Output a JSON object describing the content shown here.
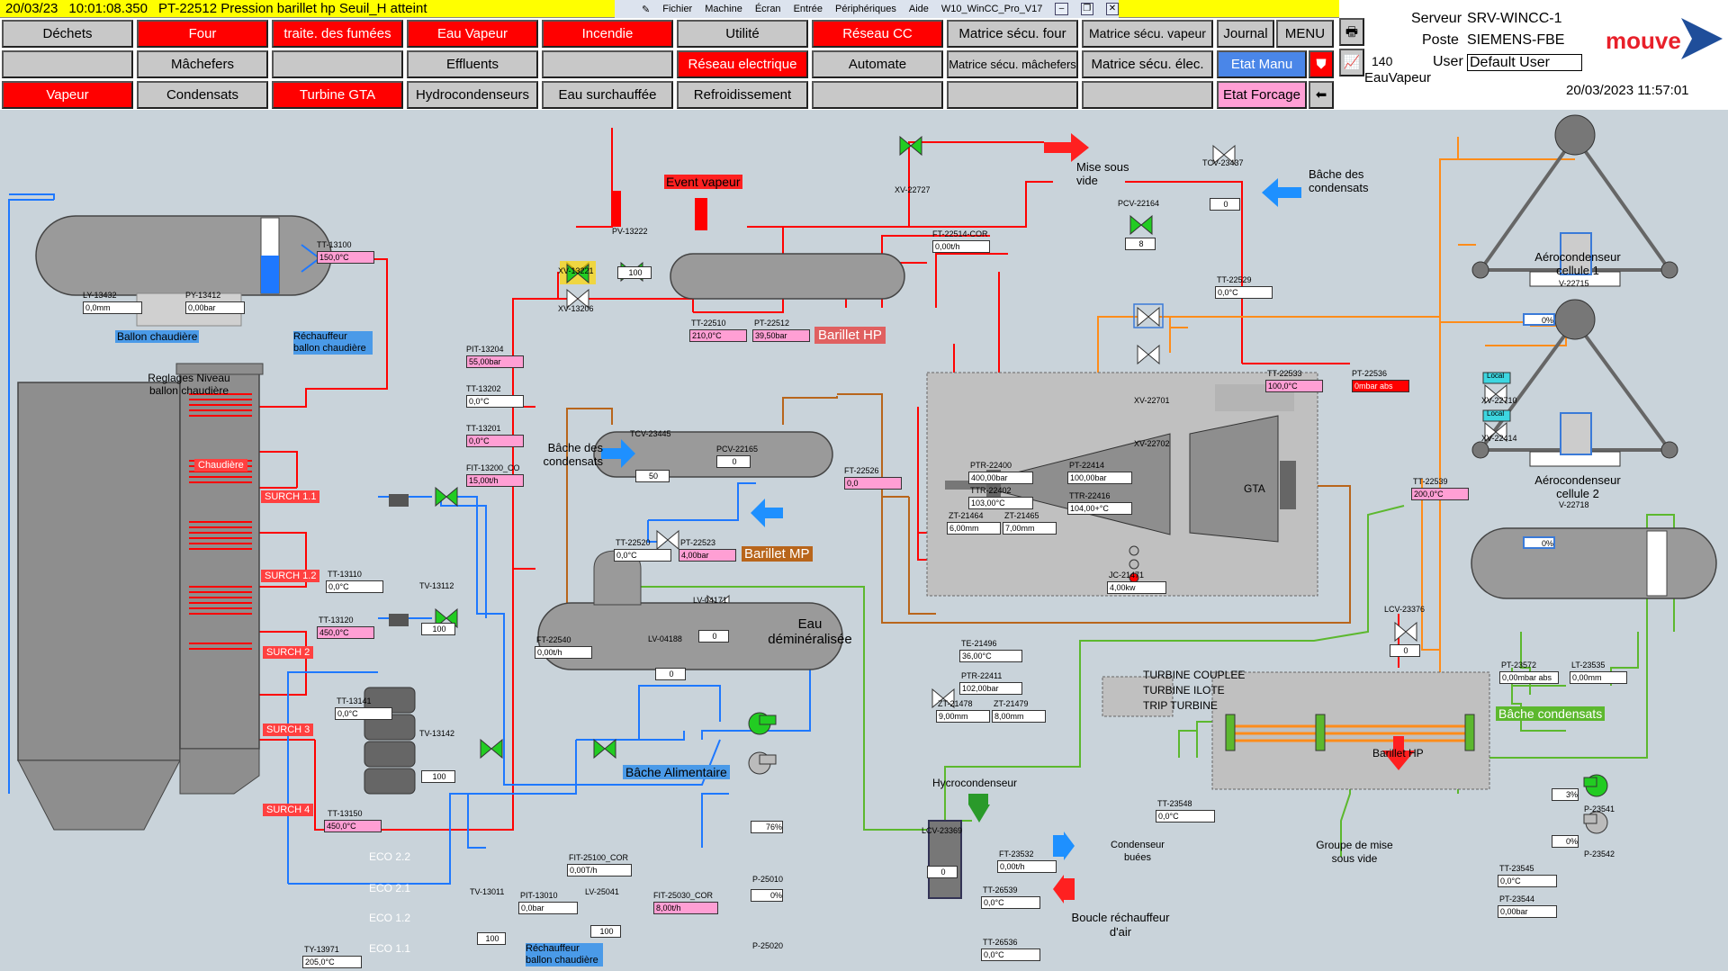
{
  "alarm": {
    "date": "20/03/23",
    "time": "10:01:08.350",
    "message": "PT-22512 Pression barillet hp Seuil_H atteint"
  },
  "wincc_menu": [
    "Fichier",
    "Machine",
    "Écran",
    "Entrée",
    "Périphériques",
    "Aide",
    "W10_WinCC_Pro_V17"
  ],
  "nav": {
    "row1": [
      "Déchets",
      "Four",
      "traite. des fumées",
      "Eau Vapeur",
      "Incendie",
      "Utilité",
      "Réseau CC",
      "Matrice sécu. four",
      "Matrice sécu. vapeur",
      "Journal",
      "MENU"
    ],
    "row2": [
      "",
      "Mâchefers",
      "",
      "Effluents",
      "",
      "Réseau electrique",
      "Automate",
      "Matrice sécu. mâchefers",
      "Matrice sécu. élec.",
      "Etat Manu"
    ],
    "row3": [
      "Vapeur",
      "Condensats",
      "Turbine GTA",
      "Hydrocondenseurs",
      "Eau surchauffée",
      "Refroidissement",
      "",
      "",
      "",
      "Etat Forcage"
    ]
  },
  "info": {
    "server_label": "Serveur",
    "server": "SRV-WINCC-1",
    "poste_label": "Poste",
    "poste": "SIEMENS-FBE",
    "user_label": "User",
    "user": "Default User",
    "screen_num": "140",
    "screen_name": "EauVapeur",
    "datetime": "20/03/2023 11:57:01",
    "logo": "mouve"
  },
  "colors": {
    "steam": "#ff0000",
    "water": "#1e78ff",
    "condensate": "#ff8c1a",
    "mp": "#b8651b",
    "cooling": "#5cb82e"
  },
  "equip": {
    "ballon": "Ballon chaudière",
    "rechauffeur": "Réchauffeur ballon chaudière",
    "reglages": "Reglages  Niveau ballon chaudière",
    "chaudiere": "Chaudière",
    "surch11": "SURCH 1.1",
    "surch12": "SURCH 1.2",
    "surch2": "SURCH 2",
    "surch3": "SURCH 3",
    "surch4": "SURCH 4",
    "eco22": "ECO 2.2",
    "eco21": "ECO 2.1",
    "eco12": "ECO 1.2",
    "eco11": "ECO 1.1",
    "event": "Event vapeur",
    "mise_vide": "Mise sous vide",
    "bache_cond_top": "Bâche des condensats",
    "bache_cond_left": "Bâche des condensats",
    "barillet_hp": "Barillet HP",
    "barillet_mp": "Barillet MP",
    "eau_demin": "Eau déminéralisée",
    "bache_alim": "Bâche Alimentaire",
    "gta": "GTA",
    "turb_couplee": "TURBINE COUPLEE",
    "turb_ilote": "TURBINE ILOTE",
    "trip": "TRIP TURBINE",
    "aero1": "Aérocondenseur cellule 1",
    "aero2": "Aérocondenseur cellule 2",
    "local": "Local",
    "bache_condensats": "Bâche condensats",
    "barillet_hp2": "Barillet HP",
    "hydrocond": "Hycrocondenseur",
    "groupe_vide": "Groupe de mise sous vide",
    "cond_buees": "Condenseur buées",
    "boucle": "Boucle réchauffeur d'air",
    "rechauffeur2": "Réchauffeur ballon chaudière"
  },
  "tags": {
    "LY13432": {
      "n": "LY-13432",
      "v": "0,0mm"
    },
    "PY13412": {
      "n": "PY-13412",
      "v": "0,00bar"
    },
    "TT13100": {
      "n": "TT-13100",
      "v": "150,0°C"
    },
    "TT13110": {
      "n": "TT-13110",
      "v": "0,0°C"
    },
    "TT13120": {
      "n": "TT-13120",
      "v": "450,0°C"
    },
    "TT13141": {
      "n": "TT-13141",
      "v": "0,0°C"
    },
    "TT13150": {
      "n": "TT-13150",
      "v": "450,0°C"
    },
    "TV13112": {
      "n": "TV-13112",
      "v": "100"
    },
    "TV13142": {
      "n": "TV-13142",
      "v": "100"
    },
    "PIT13204": {
      "n": "PIT-13204",
      "v": "55,00bar"
    },
    "TT13202": {
      "n": "TT-13202",
      "v": "0,0°C"
    },
    "TT13201": {
      "n": "TT-13201",
      "v": "0,0°C"
    },
    "FIT13200": {
      "n": "FIT-13200_CO",
      "v": "15,00t/h"
    },
    "PV13222": {
      "n": "PV-13222",
      "v": "100"
    },
    "XV13221": {
      "n": "XV-13221"
    },
    "XV13206": {
      "n": "XV-13206"
    },
    "XV22727": {
      "n": "XV-22727"
    },
    "TT22510": {
      "n": "TT-22510",
      "v": "210,0°C"
    },
    "PT22512": {
      "n": "PT-22512",
      "v": "39,50bar"
    },
    "FT22514": {
      "n": "FT-22514-COR",
      "v": "0,00t/h"
    },
    "TCV23437": {
      "n": "TCV-23437",
      "v": "0"
    },
    "PCV22164": {
      "n": "PCV-22164",
      "v": "8"
    },
    "TT22529": {
      "n": "TT-22529",
      "v": "0,0°C"
    },
    "TT22533": {
      "n": "TT-22533",
      "v": "100,0°C"
    },
    "PT22536": {
      "n": "PT-22536",
      "v": "0mbar abs"
    },
    "XV22701": {
      "n": "XV-22701"
    },
    "XV22702": {
      "n": "XV-22702"
    },
    "TCV23445": {
      "n": "TCV-23445",
      "v": "50"
    },
    "PCV22165": {
      "n": "PCV-22165",
      "v": "0"
    },
    "FT22526": {
      "n": "FT-22526",
      "v": "0,0"
    },
    "TT22520": {
      "n": "TT-22520",
      "v": "0,0°C"
    },
    "PT22523": {
      "n": "PT-22523",
      "v": "4,00bar"
    },
    "LV04171": {
      "n": "LV-04171",
      "v": "0"
    },
    "LV04188": {
      "n": "LV-04188",
      "v": "0"
    },
    "FT22540": {
      "n": "FT-22540",
      "v": "0,00t/h"
    },
    "PTR22400": {
      "n": "PTR-22400",
      "v": "400,00bar"
    },
    "TTR22402": {
      "n": "TTR-22402",
      "v": "103,00°C"
    },
    "PT22414": {
      "n": "PT-22414",
      "v": "100,00bar"
    },
    "TTR22416": {
      "n": "TTR-22416",
      "v": "104,00+°C"
    },
    "ZT21464": {
      "n": "ZT-21464",
      "v": "6,00mm"
    },
    "ZT21465": {
      "n": "ZT-21465",
      "v": "7,00mm"
    },
    "JC21471": {
      "n": "JC-21471",
      "v": "4,00kw"
    },
    "TE21496": {
      "n": "TE-21496",
      "v": "36,00°C"
    },
    "PTR22411": {
      "n": "PTR-22411",
      "v": "102,00bar"
    },
    "ZT21478": {
      "n": "ZT-21478",
      "v": "9,00mm"
    },
    "ZT21479": {
      "n": "ZT-21479",
      "v": "8,00mm"
    },
    "V22715": {
      "n": "V-22715",
      "v": "0%"
    },
    "V22718": {
      "n": "V-22718",
      "v": "0%"
    },
    "XV22710": {
      "n": "XV-22710"
    },
    "XV22414": {
      "n": "XV-22414"
    },
    "TT22539": {
      "n": "TT-22539",
      "v": "200,0°C"
    },
    "LCV23376": {
      "n": "LCV-23376",
      "v": "0"
    },
    "PT23572": {
      "n": "PT-23572",
      "v": "0,00mbar abs"
    },
    "LT23535": {
      "n": "LT-23535",
      "v": "0,00mm"
    },
    "P23541": {
      "n": "P-23541",
      "v": "3%"
    },
    "P23542": {
      "n": "P-23542",
      "v": "0%"
    },
    "TT23545": {
      "n": "TT-23545",
      "v": "0,0°C"
    },
    "PT23544": {
      "n": "PT-23544",
      "v": "0,00bar"
    },
    "TT23548": {
      "n": "TT-23548",
      "v": "0,0°C"
    },
    "LCV23369": {
      "n": "LCV-23369",
      "v": "0"
    },
    "FT23532": {
      "n": "FT-23532",
      "v": "0,00t/h"
    },
    "TT26539": {
      "n": "TT-26539",
      "v": "0,0°C"
    },
    "TT26536": {
      "n": "TT-26536",
      "v": "0,0°C"
    },
    "P25010": {
      "n": "P-25010",
      "v": "76%"
    },
    "P25020": {
      "n": "P-25020",
      "v": "0%"
    },
    "FIT25100": {
      "n": "FIT-25100_COR",
      "v": "0,00T/h"
    },
    "FIT25030": {
      "n": "FIT-25030_COR",
      "v": "8,00t/h"
    },
    "TV13011": {
      "n": "TV-13011",
      "v": "100"
    },
    "PIT13010": {
      "n": "PIT-13010",
      "v": "0,0bar"
    },
    "LV25041": {
      "n": "LV-25041",
      "v": "100"
    },
    "TY13971": {
      "n": "TY-13971",
      "v": "205,0°C"
    }
  }
}
